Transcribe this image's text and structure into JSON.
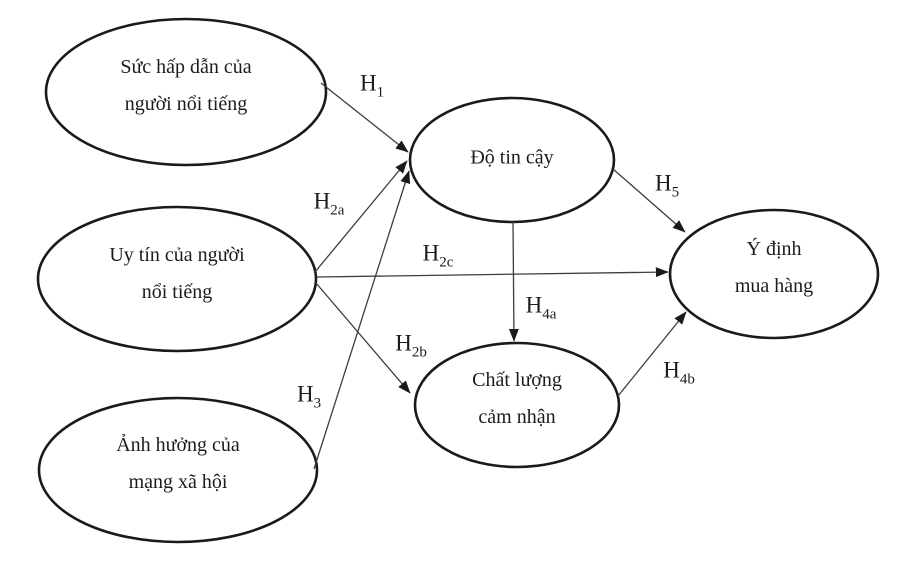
{
  "diagram": {
    "title": "Celebrity endorsement research model (path diagram)",
    "nodes": {
      "attractiveness": {
        "line1": "Sức hấp dẫn của",
        "line2": "người nổi tiếng"
      },
      "credibility": {
        "line1": "Uy tín của người",
        "line2": "nổi tiếng"
      },
      "social_influence": {
        "line1": "Ảnh hưởng của",
        "line2": "mạng xã hội"
      },
      "trust": {
        "line1": "Độ tin cậy"
      },
      "perceived_quality": {
        "line1": "Chất lượng",
        "line2": "cảm nhận"
      },
      "purchase_intention": {
        "line1": "Ý định",
        "line2": "mua hàng"
      }
    },
    "labels": {
      "h1": {
        "base": "H",
        "sub": "1"
      },
      "h2a": {
        "base": "H",
        "sub": "2a"
      },
      "h2b": {
        "base": "H",
        "sub": "2b"
      },
      "h2c": {
        "base": "H",
        "sub": "2c"
      },
      "h3": {
        "base": "H",
        "sub": "3"
      },
      "h4a": {
        "base": "H",
        "sub": "4a"
      },
      "h4b": {
        "base": "H",
        "sub": "4b"
      },
      "h5": {
        "base": "H",
        "sub": "5"
      }
    },
    "edges": [
      {
        "id": "h1",
        "from": "attractiveness",
        "to": "trust"
      },
      {
        "id": "h2a",
        "from": "credibility",
        "to": "trust"
      },
      {
        "id": "h2b",
        "from": "credibility",
        "to": "perceived_quality"
      },
      {
        "id": "h2c",
        "from": "credibility",
        "to": "purchase_intention"
      },
      {
        "id": "h3",
        "from": "social_influence",
        "to": "trust"
      },
      {
        "id": "h4a",
        "from": "trust",
        "to": "perceived_quality"
      },
      {
        "id": "h4b",
        "from": "perceived_quality",
        "to": "purchase_intention"
      },
      {
        "id": "h5",
        "from": "trust",
        "to": "purchase_intention"
      }
    ]
  },
  "colors": {
    "ink": "#1a1a1a",
    "line": "#3d3d3d",
    "bg": "#ffffff",
    "text": "#1c1c1c"
  }
}
